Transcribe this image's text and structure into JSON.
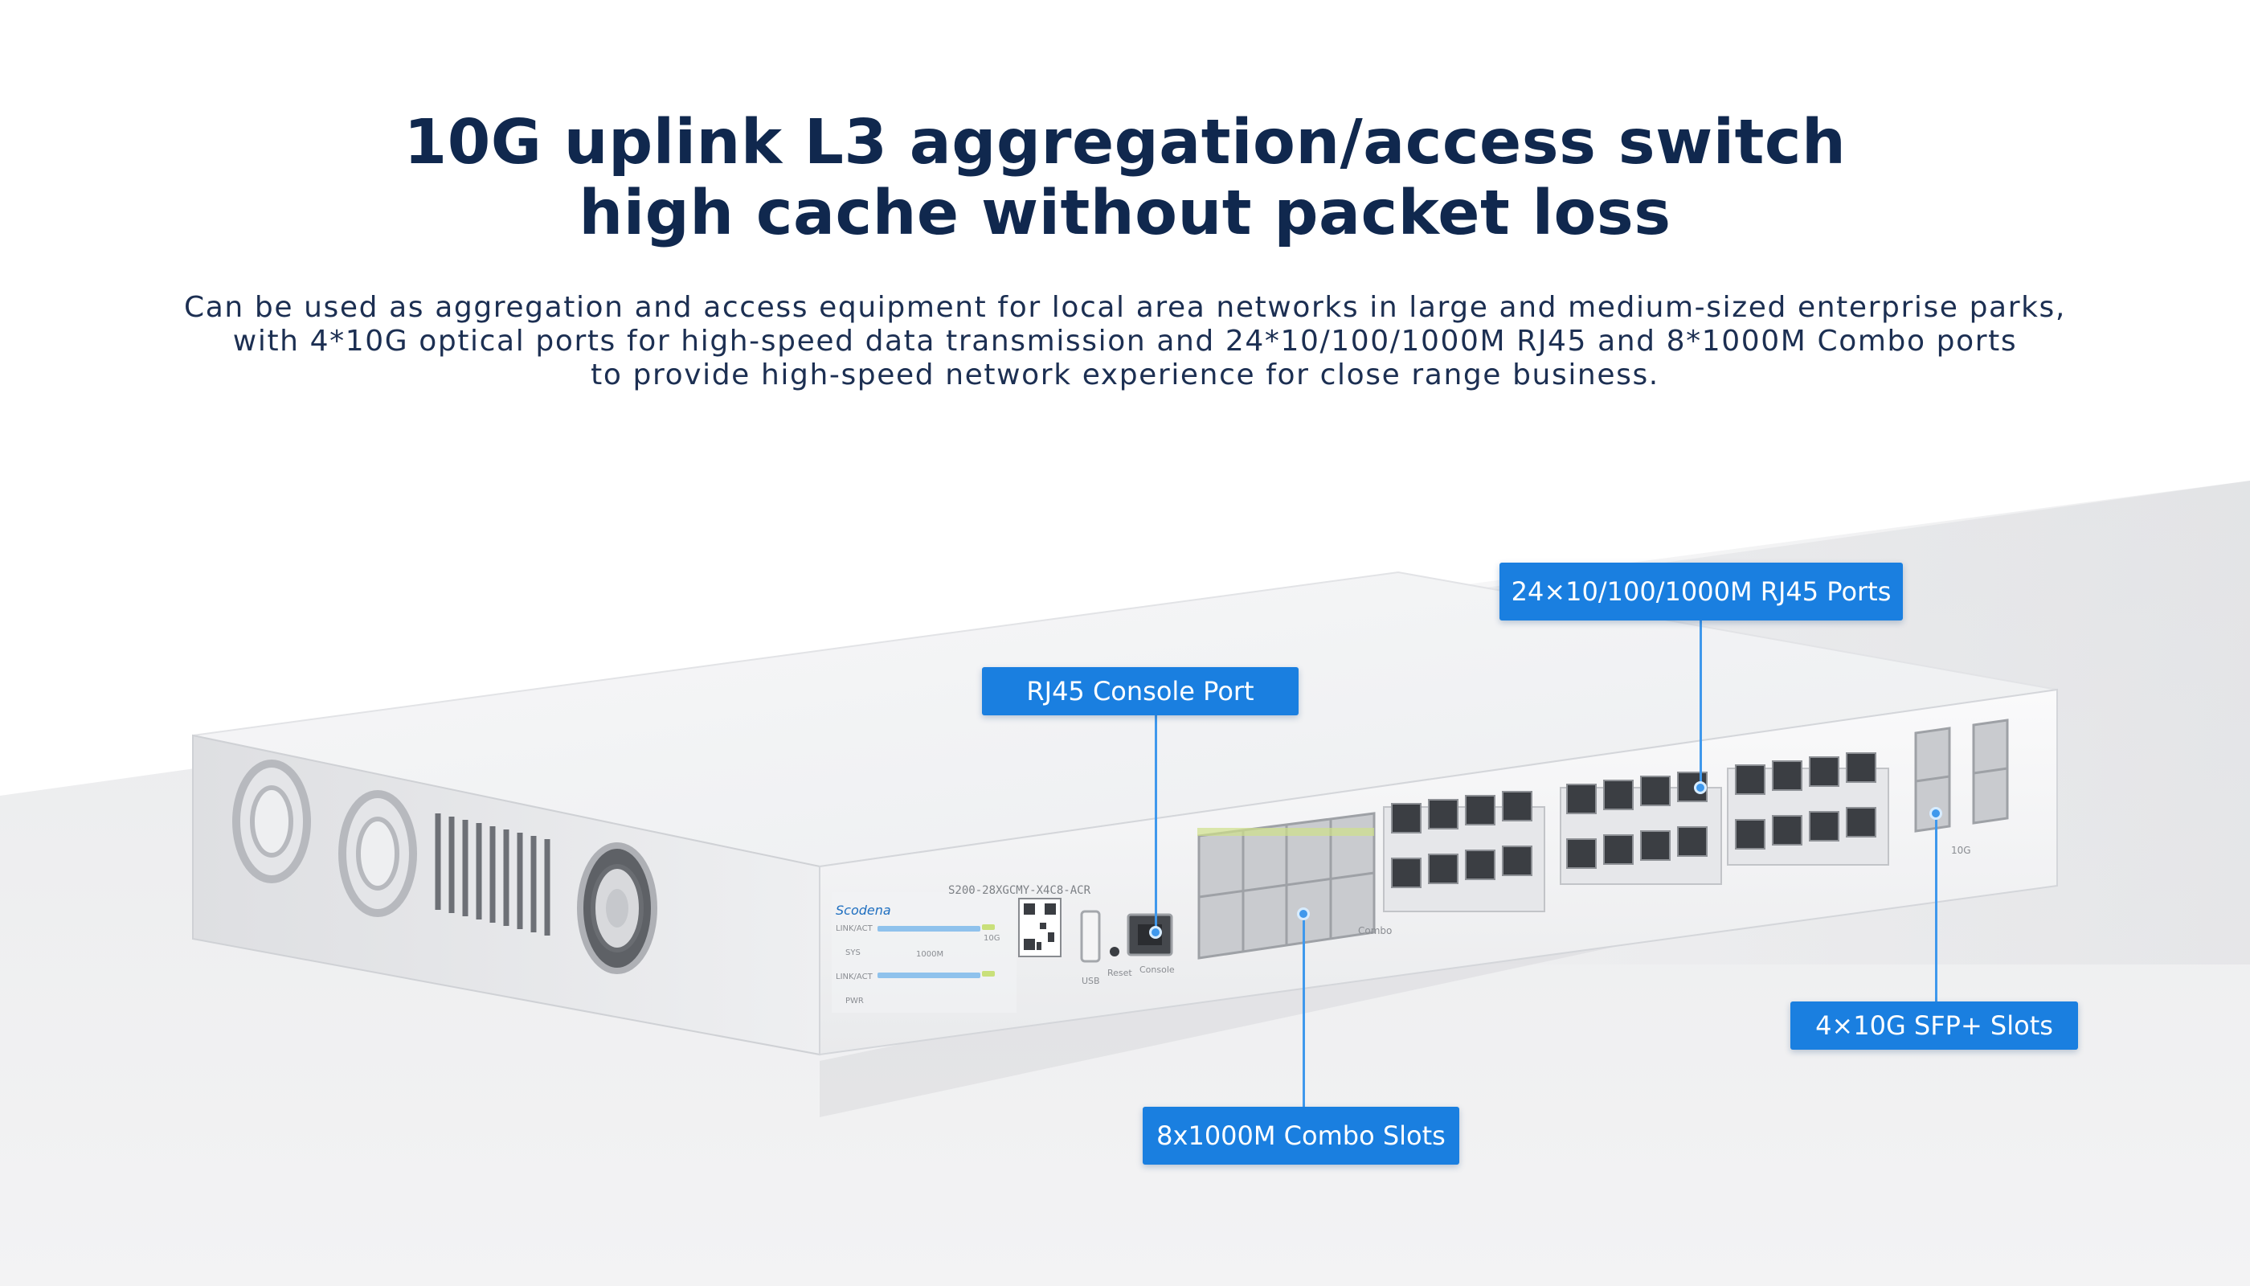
{
  "header": {
    "title_line1": "10G uplink L3 aggregation/access switch",
    "title_line2": "high cache without packet loss",
    "description_line1": "Can be used as aggregation and access equipment for local area networks in large and medium-sized enterprise parks,",
    "description_line2": "with 4*10G optical ports for high-speed data transmission and 24*10/100/1000M RJ45 and 8*1000M Combo ports",
    "description_line3": "to provide high-speed network experience for close range business."
  },
  "callouts": {
    "rj45_ports": "24×10/100/1000M RJ45 Ports",
    "console_port": "RJ45 Console Port",
    "sfp_slots": "4×10G SFP+ Slots",
    "combo_slots": "8x1000M Combo Slots"
  },
  "device": {
    "brand": "Scodena",
    "model": "S200-28XGCMY-X4C8-ACR",
    "led_labels": {
      "link_act": "LINK/ACT",
      "sys": "SYS",
      "pwr": "PWR"
    },
    "speed_labels": {
      "s1000m": "1000M",
      "s10g": "10G"
    },
    "io_labels": {
      "usb": "USB",
      "reset": "Reset",
      "console": "Console"
    },
    "combo_label": "Combo",
    "sfp_label": "10G"
  },
  "colors": {
    "accent": "#1a7fe0",
    "title": "#10284e",
    "body_text": "#1c2f52"
  }
}
